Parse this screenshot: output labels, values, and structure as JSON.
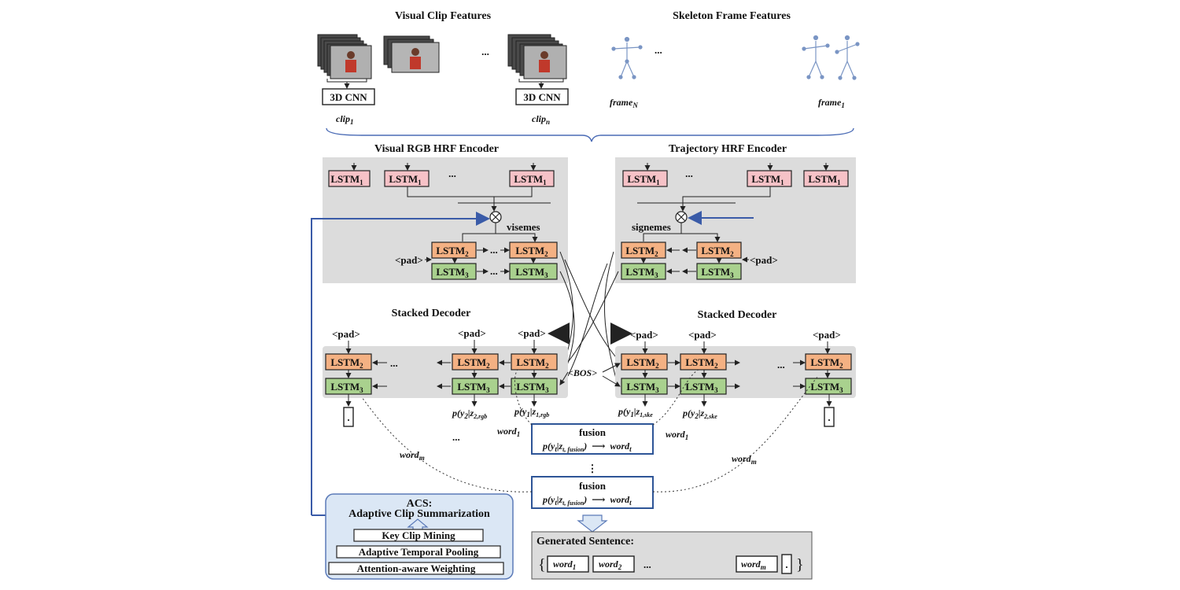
{
  "headers": {
    "visual_clip_features": "Visual Clip Features",
    "skeleton_frame_features": "Skeleton Frame Features",
    "visual_rgb_encoder": "Visual RGB HRF Encoder",
    "trajectory_encoder": "Trajectory HRF Encoder",
    "stacked_decoder_left": "Stacked Decoder",
    "stacked_decoder_right": "Stacked Decoder"
  },
  "clips": {
    "cnn_label": "3D CNN",
    "clip_first": "clip",
    "clip_first_sub": "1",
    "clip_last": "clip",
    "clip_last_sub": "n",
    "ellipsis": "..."
  },
  "frames": {
    "frame_first": "frame",
    "frame_first_sub": "N",
    "frame_last": "frame",
    "frame_last_sub": "1",
    "ellipsis": "..."
  },
  "lstm": {
    "base": "LSTM",
    "sub1": "1",
    "sub2": "2",
    "sub3": "3"
  },
  "labels": {
    "visemes": "visemes",
    "signemes": "signemes",
    "pad": "<pad>",
    "bos": "<BOS>",
    "ellipsis": "...",
    "vdots": "⋮",
    "period": "."
  },
  "probs": {
    "p_y2_rgb": "p(y",
    "p_y2_rgb_s": "2",
    "p_y2_rgb_z": "|z",
    "p_y2_rgb_zs": "2,rgb",
    "p_y1_rgb": "p(y",
    "p_y1_rgb_s": "1",
    "p_y1_rgb_z": "|z",
    "p_y1_rgb_zs": "1,rgb",
    "p_y1_ske": "p(y",
    "p_y1_ske_s": "1",
    "p_y1_ske_z": "|z",
    "p_y1_ske_zs": "1,ske",
    "p_y2_ske": "p(y",
    "p_y2_ske_s": "2",
    "p_y2_ske_z": "|z",
    "p_y2_ske_zs": "2,ske"
  },
  "words": {
    "word": "word",
    "sub1": "1",
    "sub2": "2",
    "subm": "m",
    "subt": "t"
  },
  "fusion": {
    "title": "fusion",
    "formula_p": "p(y",
    "formula_sub": "t",
    "formula_z": "|z",
    "formula_zsub": "t, fusion",
    "formula_close": ")",
    "arrow": "⟶",
    "word": "word",
    "word_sub": "t"
  },
  "acs": {
    "title": "ACS:",
    "subtitle": "Adaptive Clip Summarization",
    "items": [
      "Key Clip Mining",
      "Adaptive Temporal Pooling",
      "Attention-aware Weighting"
    ]
  },
  "generated": {
    "title": "Generated Sentence:",
    "brace_open": "{",
    "brace_close": "}",
    "ellipsis": "..."
  },
  "colors": {
    "lstm1": "#f6c2c7",
    "lstm2": "#f4b183",
    "lstm3": "#a9d18e",
    "panel_gray": "#dcdcdc",
    "fusion_border": "#2e5597",
    "acs_fill": "#dbe7f5",
    "blue_arrow": "#3a5ba8"
  }
}
